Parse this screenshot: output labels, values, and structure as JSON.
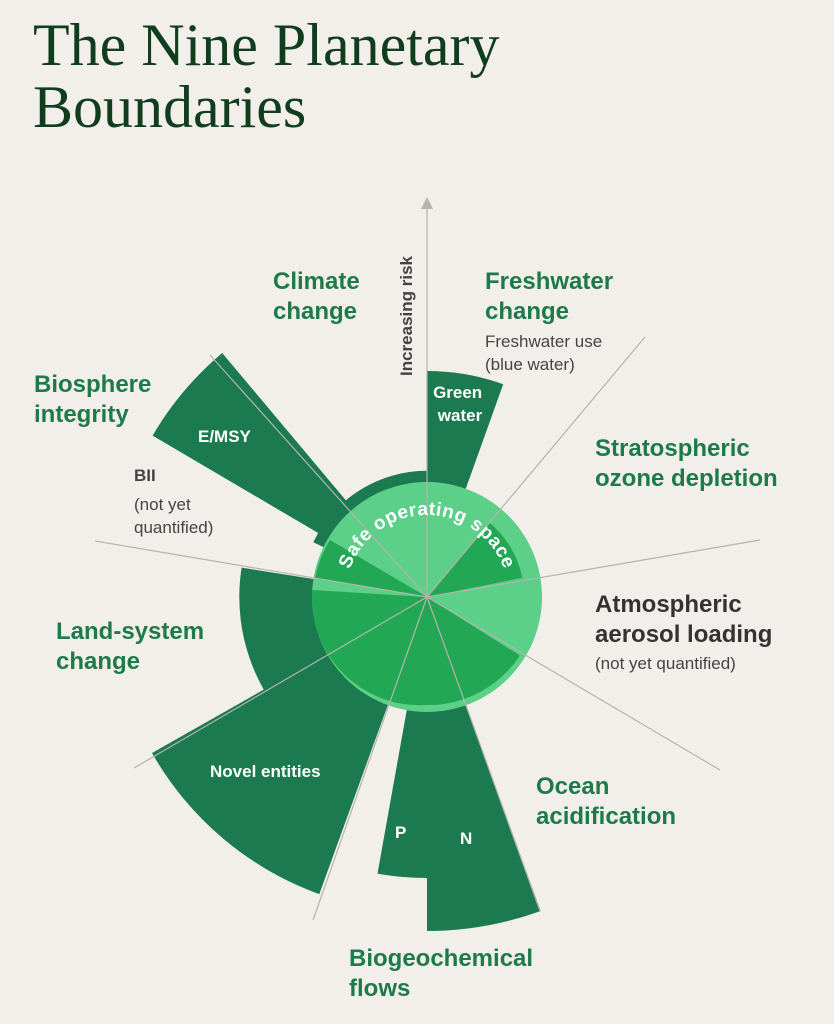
{
  "title": {
    "line1": "The Nine Planetary",
    "line2": "Boundaries"
  },
  "axis_label": "Increasing risk",
  "safe_label": "Safe operating space",
  "categories": {
    "climate": {
      "line1": "Climate",
      "line2": "change"
    },
    "freshwater": {
      "line1": "Freshwater",
      "line2": "change",
      "sub1": "Freshwater use",
      "sub2": "(blue water)",
      "inner1": "Green",
      "inner2": "water"
    },
    "ozone": {
      "line1": "Stratospheric",
      "line2": "ozone depletion"
    },
    "aerosol": {
      "line1": "Atmospheric",
      "line2": "aerosol loading",
      "sub": "(not yet quantified)"
    },
    "ocean": {
      "line1": "Ocean",
      "line2": "acidification"
    },
    "biogeo": {
      "line1": "Biogeochemical",
      "line2": "flows",
      "p": "P",
      "n": "N"
    },
    "novel": {
      "inner": "Novel entities"
    },
    "land": {
      "line1": "Land-system",
      "line2": "change"
    },
    "biosphere": {
      "line1": "Biosphere",
      "line2": "integrity",
      "emsy": "E/MSY",
      "bii": "BII",
      "bii_sub1": "(not yet",
      "bii_sub2": "quantified)"
    }
  },
  "colors": {
    "background": "#f2efeb",
    "title": "#0f3d1e",
    "category_label": "#1d7a4a",
    "safe_zone": "#5ccf88",
    "safe_core": "#22a855",
    "transgressed": "#1b7a50",
    "lines": "#b5b3ae"
  }
}
